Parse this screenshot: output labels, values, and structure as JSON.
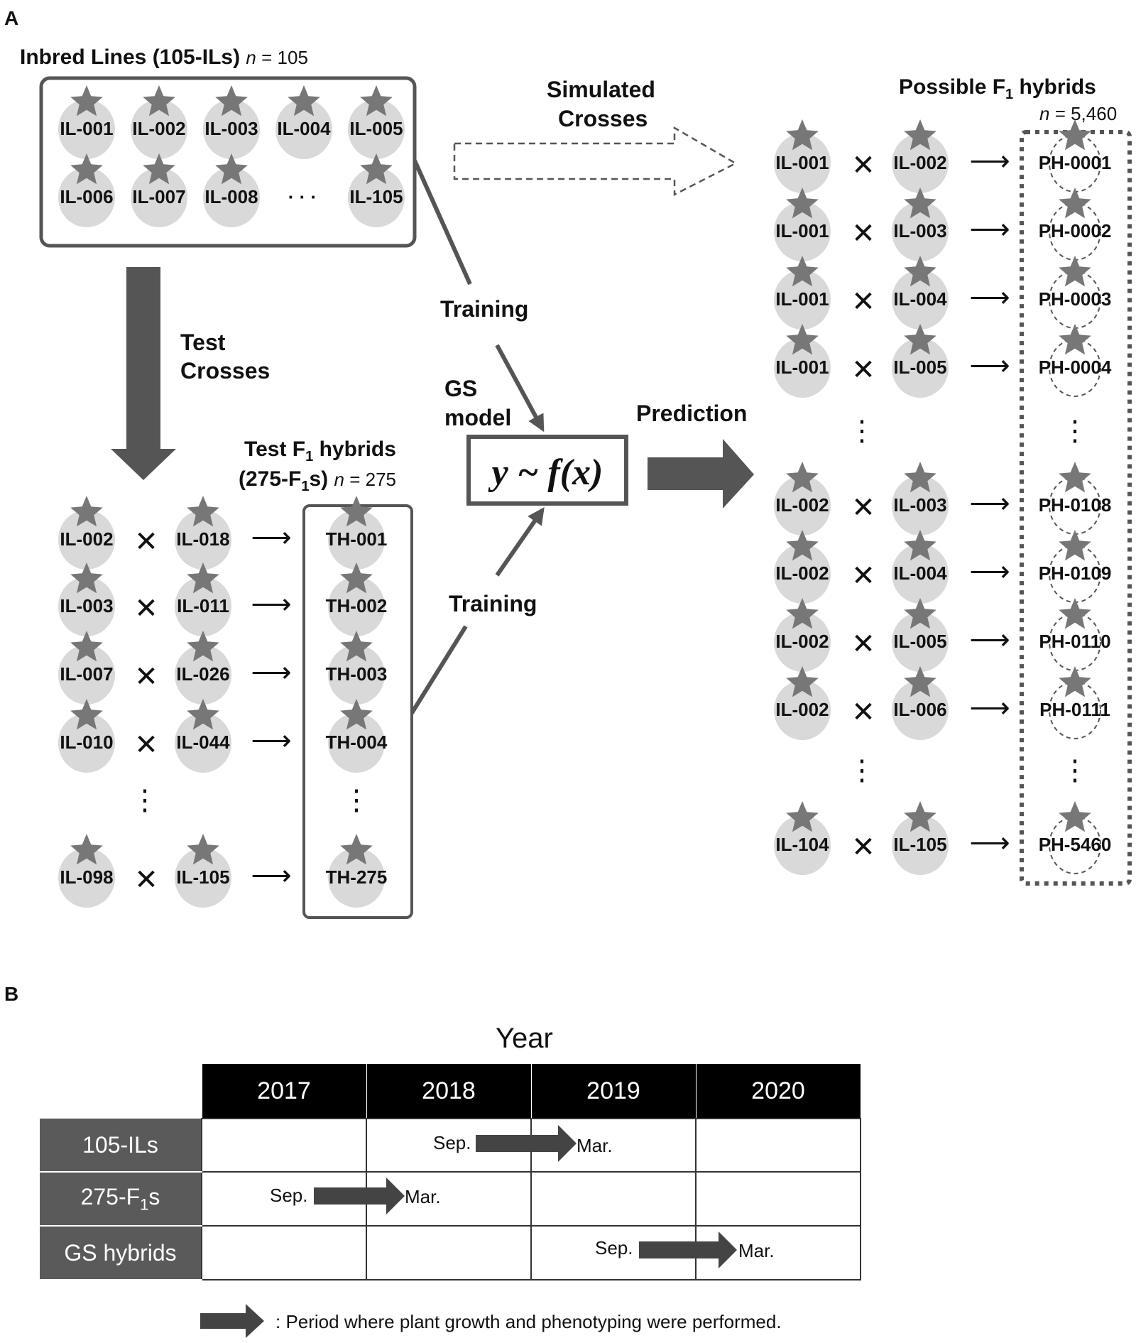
{
  "panel_a": {
    "letter": "A",
    "inbred": {
      "title": "Inbred Lines (105-ILs)",
      "n_label": "n",
      "n_value": " = 105",
      "row1": [
        "IL-001",
        "IL-002",
        "IL-003",
        "IL-004",
        "IL-005"
      ],
      "row2": [
        "IL-006",
        "IL-007",
        "IL-008",
        "IL-105"
      ],
      "ellipsis": "· · ·"
    },
    "test_crosses": {
      "line1": "Test",
      "line2": "Crosses"
    },
    "simulated": {
      "line1": "Simulated",
      "line2": "Crosses"
    },
    "training_top": "Training",
    "training_bottom": "Training",
    "gs_model": {
      "line1": "GS",
      "line2": "model",
      "formula": "y ~ f(x)"
    },
    "prediction": "Prediction",
    "test_hybrids": {
      "title_a": "Test F",
      "title_sub": "1",
      "title_b": " hybrids",
      "count_a": "(275-F",
      "count_sub": "1",
      "count_b": "s)",
      "n_label": "n",
      "n_value": " = 275",
      "rows": [
        {
          "p1": "IL-002",
          "p2": "IL-018",
          "h": "TH-001"
        },
        {
          "p1": "IL-003",
          "p2": "IL-011",
          "h": "TH-002"
        },
        {
          "p1": "IL-007",
          "p2": "IL-026",
          "h": "TH-003"
        },
        {
          "p1": "IL-010",
          "p2": "IL-044",
          "h": "TH-004"
        },
        {
          "p1": "IL-098",
          "p2": "IL-105",
          "h": "TH-275"
        }
      ]
    },
    "possible_hybrids": {
      "title_a": "Possible F",
      "title_sub": "1",
      "title_b": " hybrids",
      "n_label": "n",
      "n_value": " = 5,460",
      "rows": [
        {
          "p1": "IL-001",
          "p2": "IL-002",
          "h": "PH-0001"
        },
        {
          "p1": "IL-001",
          "p2": "IL-003",
          "h": "PH-0002"
        },
        {
          "p1": "IL-001",
          "p2": "IL-004",
          "h": "PH-0003"
        },
        {
          "p1": "IL-001",
          "p2": "IL-005",
          "h": "PH-0004"
        },
        {
          "p1": "IL-002",
          "p2": "IL-003",
          "h": "PH-0108"
        },
        {
          "p1": "IL-002",
          "p2": "IL-004",
          "h": "PH-0109"
        },
        {
          "p1": "IL-002",
          "p2": "IL-005",
          "h": "PH-0110"
        },
        {
          "p1": "IL-002",
          "p2": "IL-006",
          "h": "PH-0111"
        },
        {
          "p1": "IL-104",
          "p2": "IL-105",
          "h": "PH-5460"
        }
      ]
    },
    "cross_symbol": "✕",
    "arrow_symbol": "⟶",
    "vdots": "⋮",
    "colors": {
      "fruit": "#d9d9d9",
      "star": "#777777",
      "arrow": "#555555",
      "box": "#555555"
    }
  },
  "panel_b": {
    "letter": "B",
    "axis_title": "Year",
    "years": [
      "2017",
      "2018",
      "2019",
      "2020"
    ],
    "rows": [
      {
        "label_a": "105-ILs",
        "label_sub": "",
        "label_b": "",
        "start": "Sep.",
        "end": "Mar."
      },
      {
        "label_a": "275-F",
        "label_sub": "1",
        "label_b": "s",
        "start": "Sep.",
        "end": "Mar."
      },
      {
        "label_a": "GS hybrids",
        "label_sub": "",
        "label_b": "",
        "start": "Sep.",
        "end": "Mar."
      }
    ],
    "legend": ": Period where plant growth and phenotyping were performed."
  }
}
